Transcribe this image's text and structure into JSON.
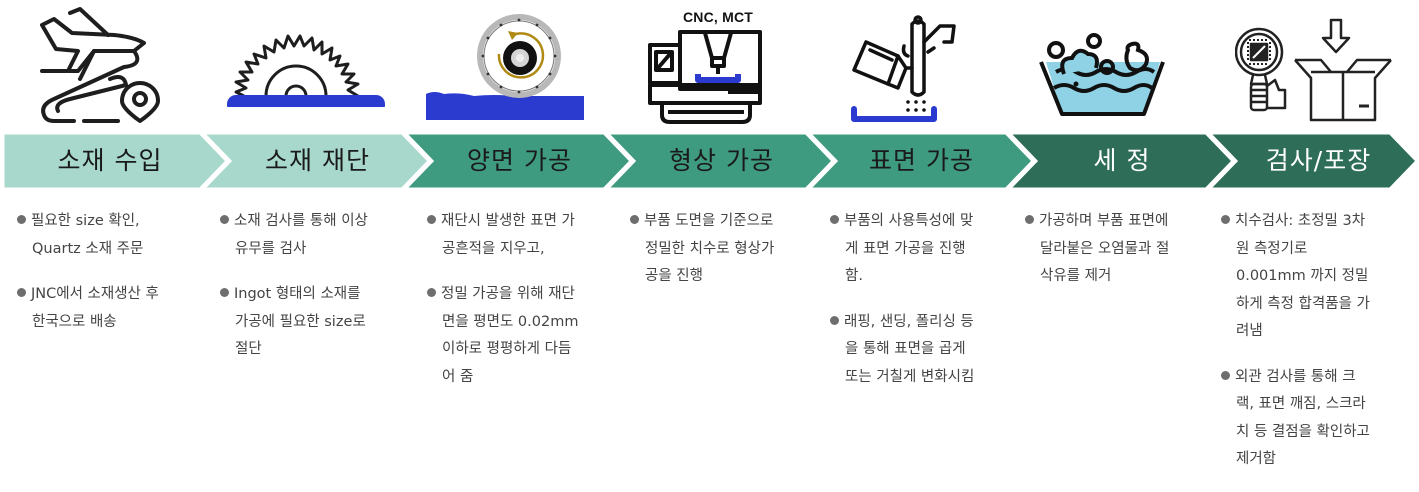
{
  "colors": {
    "step_light": "#a8d8cc",
    "step_mid": "#3f9b80",
    "step_dark": "#2e6e58",
    "accent_blue": "#2b3bcf",
    "icon_stroke": "#1e1e1e",
    "bullet_text": "#444444"
  },
  "icons": {
    "cnc_label": "CNC, MCT"
  },
  "steps": [
    {
      "label": "소재 수입",
      "icon": "airplane-route-icon",
      "bullets": [
        "필요한 size 확인, Quartz 소재 주문",
        "JNC에서 소재생산 후 한국으로 배송"
      ]
    },
    {
      "label": "소재 재단",
      "icon": "circular-saw-icon",
      "bullets": [
        "소재 검사를 통해 이상유무를 검사",
        "Ingot 형태의 소재를 가공에 필요한 size로 절단"
      ]
    },
    {
      "label": "양면 가공",
      "icon": "grinding-wheel-icon",
      "bullets": [
        "재단시 발생한 표면 가공흔적을 지우고,",
        "정밀 가공을 위해 재단면을 평면도 0.02mm 이하로 평평하게 다듬어 줌"
      ]
    },
    {
      "label": "형상 가공",
      "icon": "cnc-machine-icon",
      "bullets": [
        "부품 도면을 기준으로 정밀한 치수로 형상가공을 진행"
      ]
    },
    {
      "label": "표면 가공",
      "icon": "sandblasting-icon",
      "bullets": [
        "부품의 사용특성에 맞게 표면 가공을 진행함.",
        "래핑, 샌딩, 폴리싱 등을 통해 표면을 곱게 또는 거칠게 변화시킴"
      ]
    },
    {
      "label": "세 정",
      "icon": "washing-basin-icon",
      "bullets": [
        "가공하며 부품 표면에 달라붙은 오염물과 절삭유를 제거"
      ]
    },
    {
      "label": "검사/포장",
      "icon": "inspection-packaging-icon",
      "bullets": [
        "치수검사: 초정밀 3차원 측정기로 0.001mm 까지 정밀하게 측정 합격품을 가려냄",
        "외관 검사를 통해 크랙, 표면 깨짐, 스크라치 등 결점을 확인하고 제거함"
      ]
    }
  ]
}
